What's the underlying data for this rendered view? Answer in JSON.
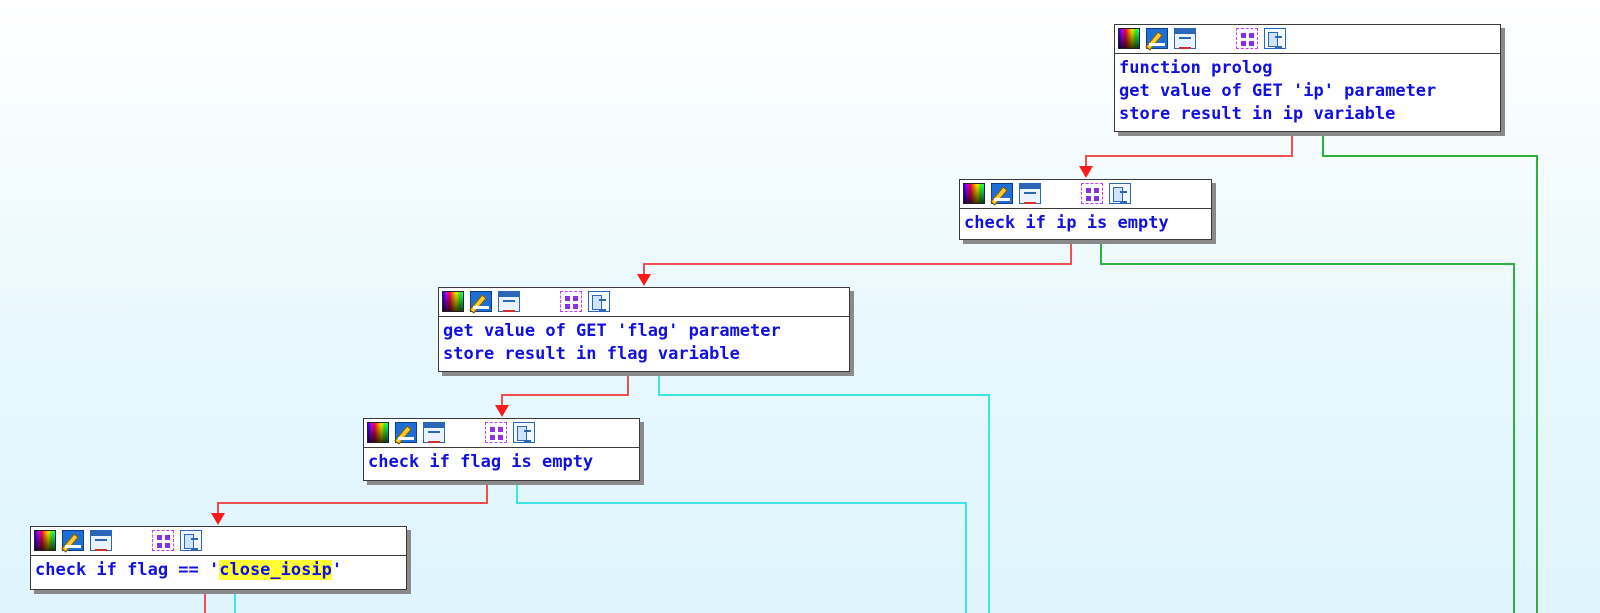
{
  "colors": {
    "edge_true": "#f05050",
    "edge_false": "#30b040",
    "edge_cyan": "#40e4e8",
    "arrow": "#ff1a1a",
    "text": "#1010e0",
    "highlight": "#ffff33"
  },
  "toolbar_icons": [
    "color-palette-icon",
    "rename-icon",
    "graph-view-icon",
    "group-nodes-icon",
    "list-view-icon"
  ],
  "nodes": {
    "n1": {
      "lines": [
        "function prolog",
        "get value of GET 'ip' parameter",
        "store result in ip variable"
      ]
    },
    "n2": {
      "lines": [
        "check if ip is empty"
      ]
    },
    "n3": {
      "lines": [
        "get value of GET 'flag' parameter",
        "store result in flag variable"
      ]
    },
    "n4": {
      "lines": [
        "check if flag is empty"
      ]
    },
    "n5": {
      "prefix": "check if flag == '",
      "highlight": "close_iosip",
      "suffix": "'"
    }
  }
}
